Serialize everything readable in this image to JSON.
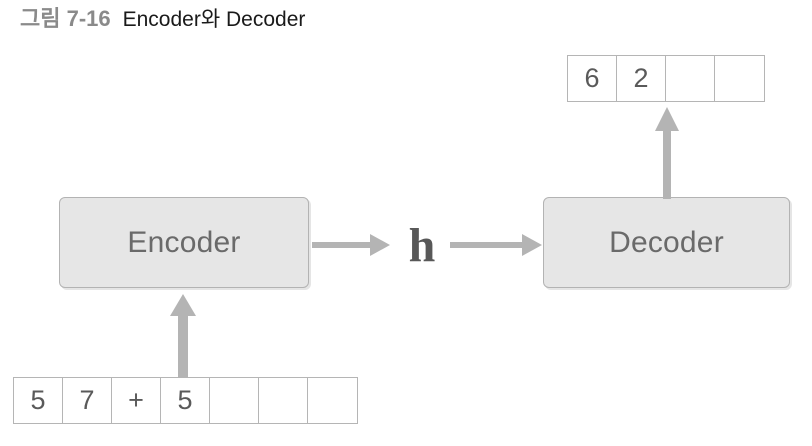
{
  "title": {
    "number": "그림 7-16",
    "text": "Encoder와 Decoder"
  },
  "diagram": {
    "output_sequence": {
      "name": "decoder-output-cells",
      "cells": [
        "6",
        "2",
        "",
        ""
      ]
    },
    "input_sequence": {
      "name": "encoder-input-cells",
      "cells": [
        "5",
        "7",
        "+",
        "5",
        "",
        "",
        ""
      ]
    },
    "encoder": {
      "label": "Encoder"
    },
    "decoder": {
      "label": "Decoder"
    },
    "hidden_state": {
      "label": "h"
    },
    "arrows": [
      {
        "name": "arrow-encoder-to-h",
        "direction": "right"
      },
      {
        "name": "arrow-h-to-decoder",
        "direction": "right"
      },
      {
        "name": "arrow-input-to-encoder",
        "direction": "up"
      },
      {
        "name": "arrow-decoder-to-output",
        "direction": "up"
      }
    ]
  },
  "colors": {
    "box_fill": "#e6e6e6",
    "box_border": "#b3b3b3",
    "box_text": "#6a6a6a",
    "arrow": "#b4b4b4",
    "cell_border": "#b5b5b5",
    "cell_text": "#5a5a5a",
    "title_number": "#8a8a8a",
    "title_text": "#1a1a1a",
    "hidden_state_text": "#585858"
  }
}
